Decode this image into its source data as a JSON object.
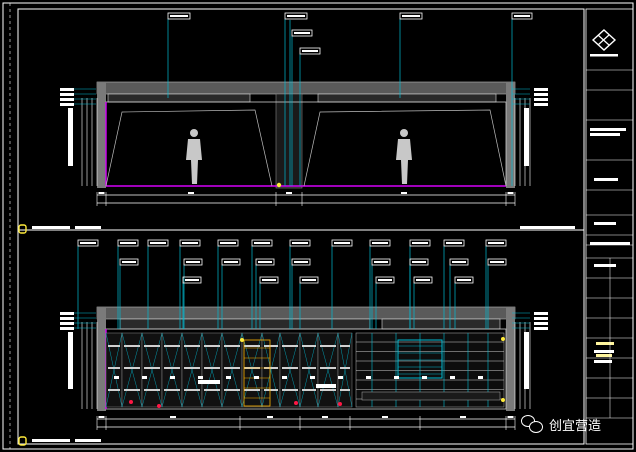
{
  "drawing": {
    "background": "#000000",
    "frame_color": "#ffffff",
    "dimension_color": "#00bcd4",
    "wall_color": "#9e9e9e",
    "accent_color": "#d500f9",
    "marker_color": "#ffeb3b",
    "red_marker_color": "#ff1744"
  },
  "elevations": [
    {
      "id": "upper",
      "style": "plain-wall-with-figures"
    },
    {
      "id": "lower",
      "style": "detailed-cabinet-wall"
    }
  ],
  "title_block": {
    "logo": "company-logo-icon"
  },
  "watermark": {
    "icon": "chat-bubbles-icon",
    "text": "创宜营造"
  }
}
